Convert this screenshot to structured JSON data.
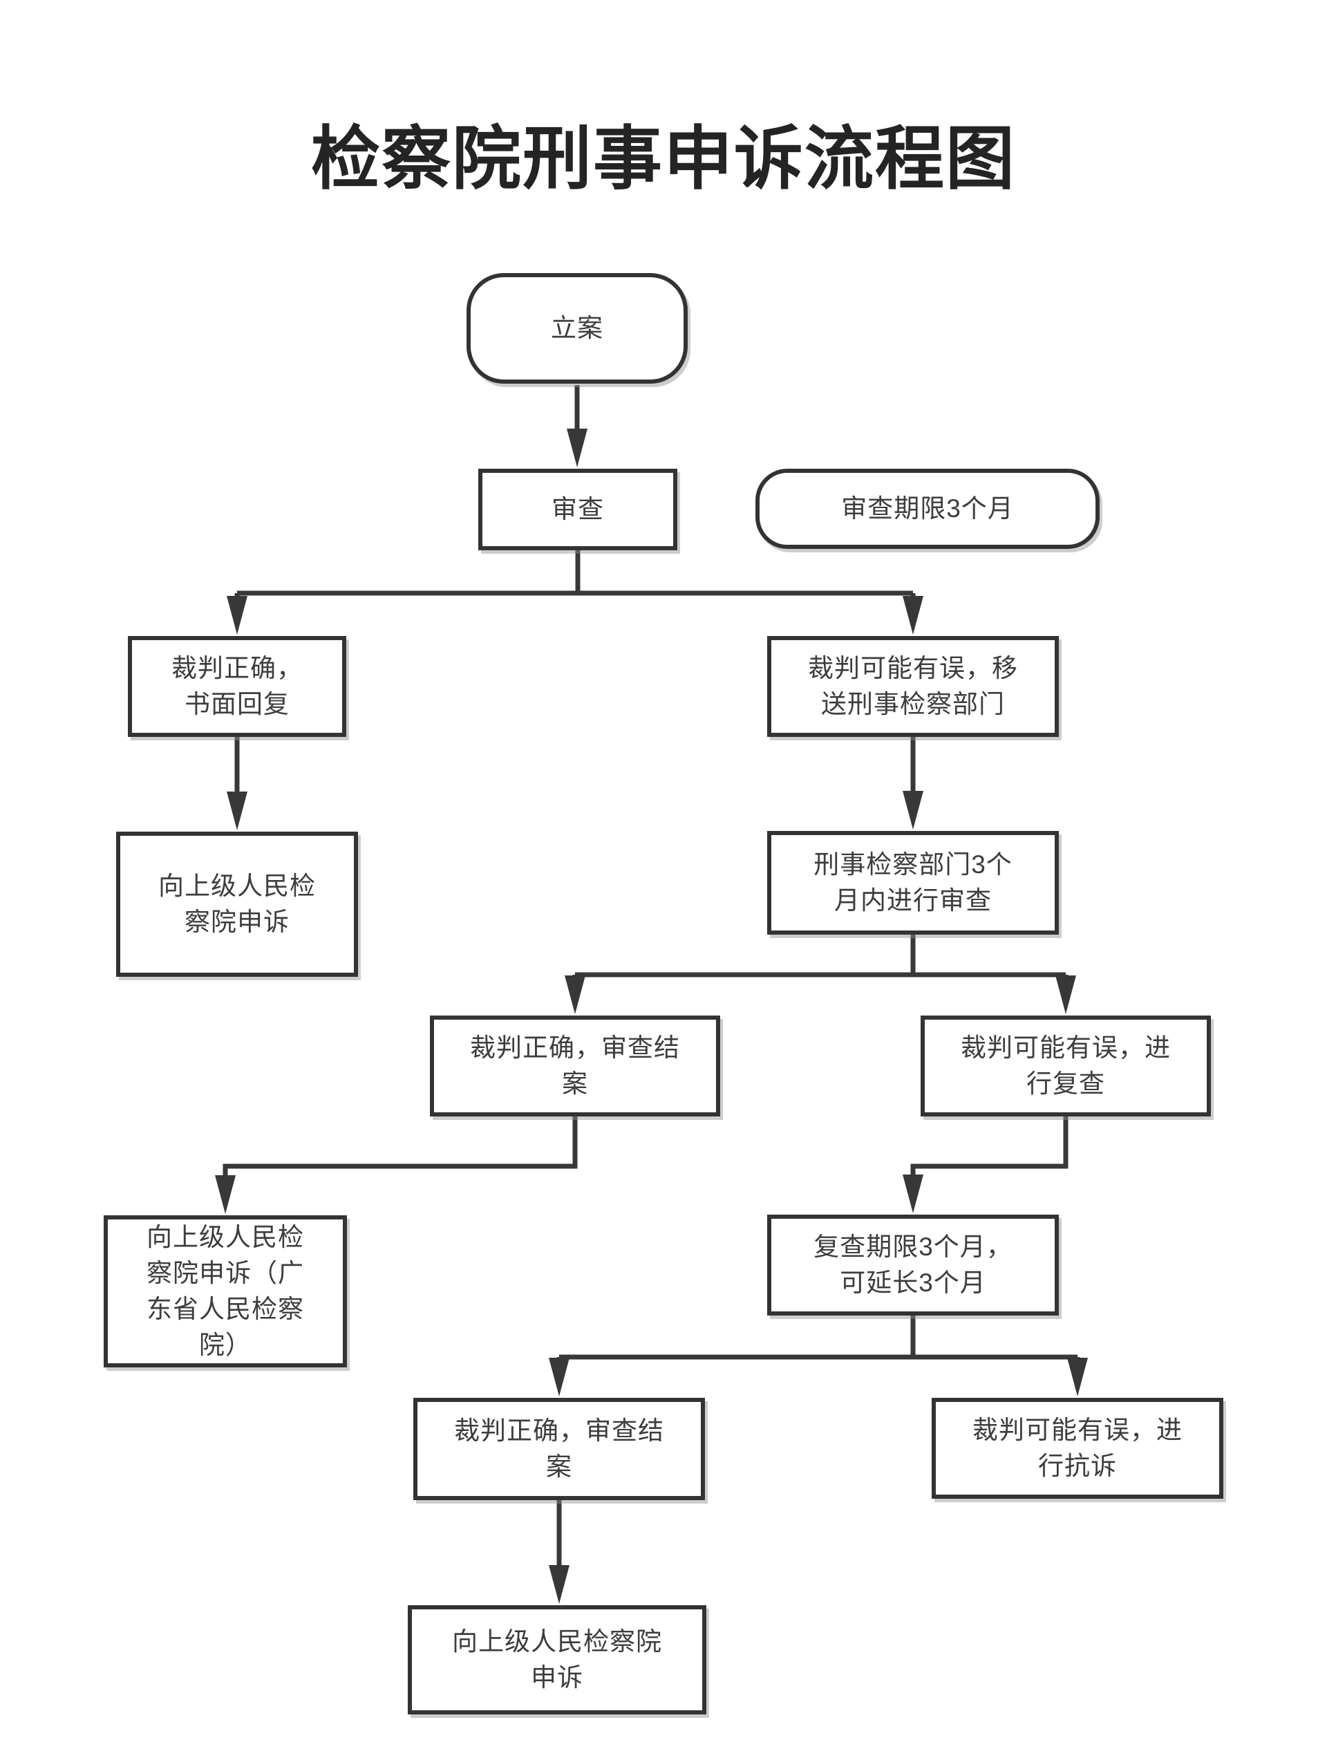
{
  "title": "检察院刑事申诉流程图",
  "colors": {
    "line": "#383838",
    "box_border": "#333333",
    "text": "#3d3d3d",
    "title_text": "#242424",
    "background": "#ffffff"
  },
  "nodes": {
    "start": {
      "label": "立案",
      "shape": "rounded-rect"
    },
    "review": {
      "label": "审查",
      "shape": "rect"
    },
    "reviewPeriod": {
      "label": "审查期限3个月",
      "shape": "pill"
    },
    "correctReply": {
      "label": "裁判正确，\n书面回复",
      "shape": "rect"
    },
    "wrongTransfer": {
      "label": "裁判可能有误，移\n送刑事检察部门",
      "shape": "rect"
    },
    "appealHigher1": {
      "label": "向上级人民检\n察院申诉",
      "shape": "rect"
    },
    "deptReview": {
      "label": "刑事检察部门3个\n月内进行审查",
      "shape": "rect"
    },
    "correctClose1": {
      "label": "裁判正确，审查结\n案",
      "shape": "rect"
    },
    "wrongRecheck": {
      "label": "裁判可能有误，进\n行复查",
      "shape": "rect"
    },
    "appealGuangdong": {
      "label": "向上级人民检\n察院申诉（广\n东省人民检察\n院）",
      "shape": "rect"
    },
    "recheckPeriod": {
      "label": "复查期限3个月，\n可延长3个月",
      "shape": "rect"
    },
    "correctClose2": {
      "label": "裁判正确，审查结\n案",
      "shape": "rect"
    },
    "wrongProtest": {
      "label": "裁判可能有误，进\n行抗诉",
      "shape": "rect"
    },
    "appealHigher2": {
      "label": "向上级人民检察院\n申诉",
      "shape": "rect"
    }
  }
}
